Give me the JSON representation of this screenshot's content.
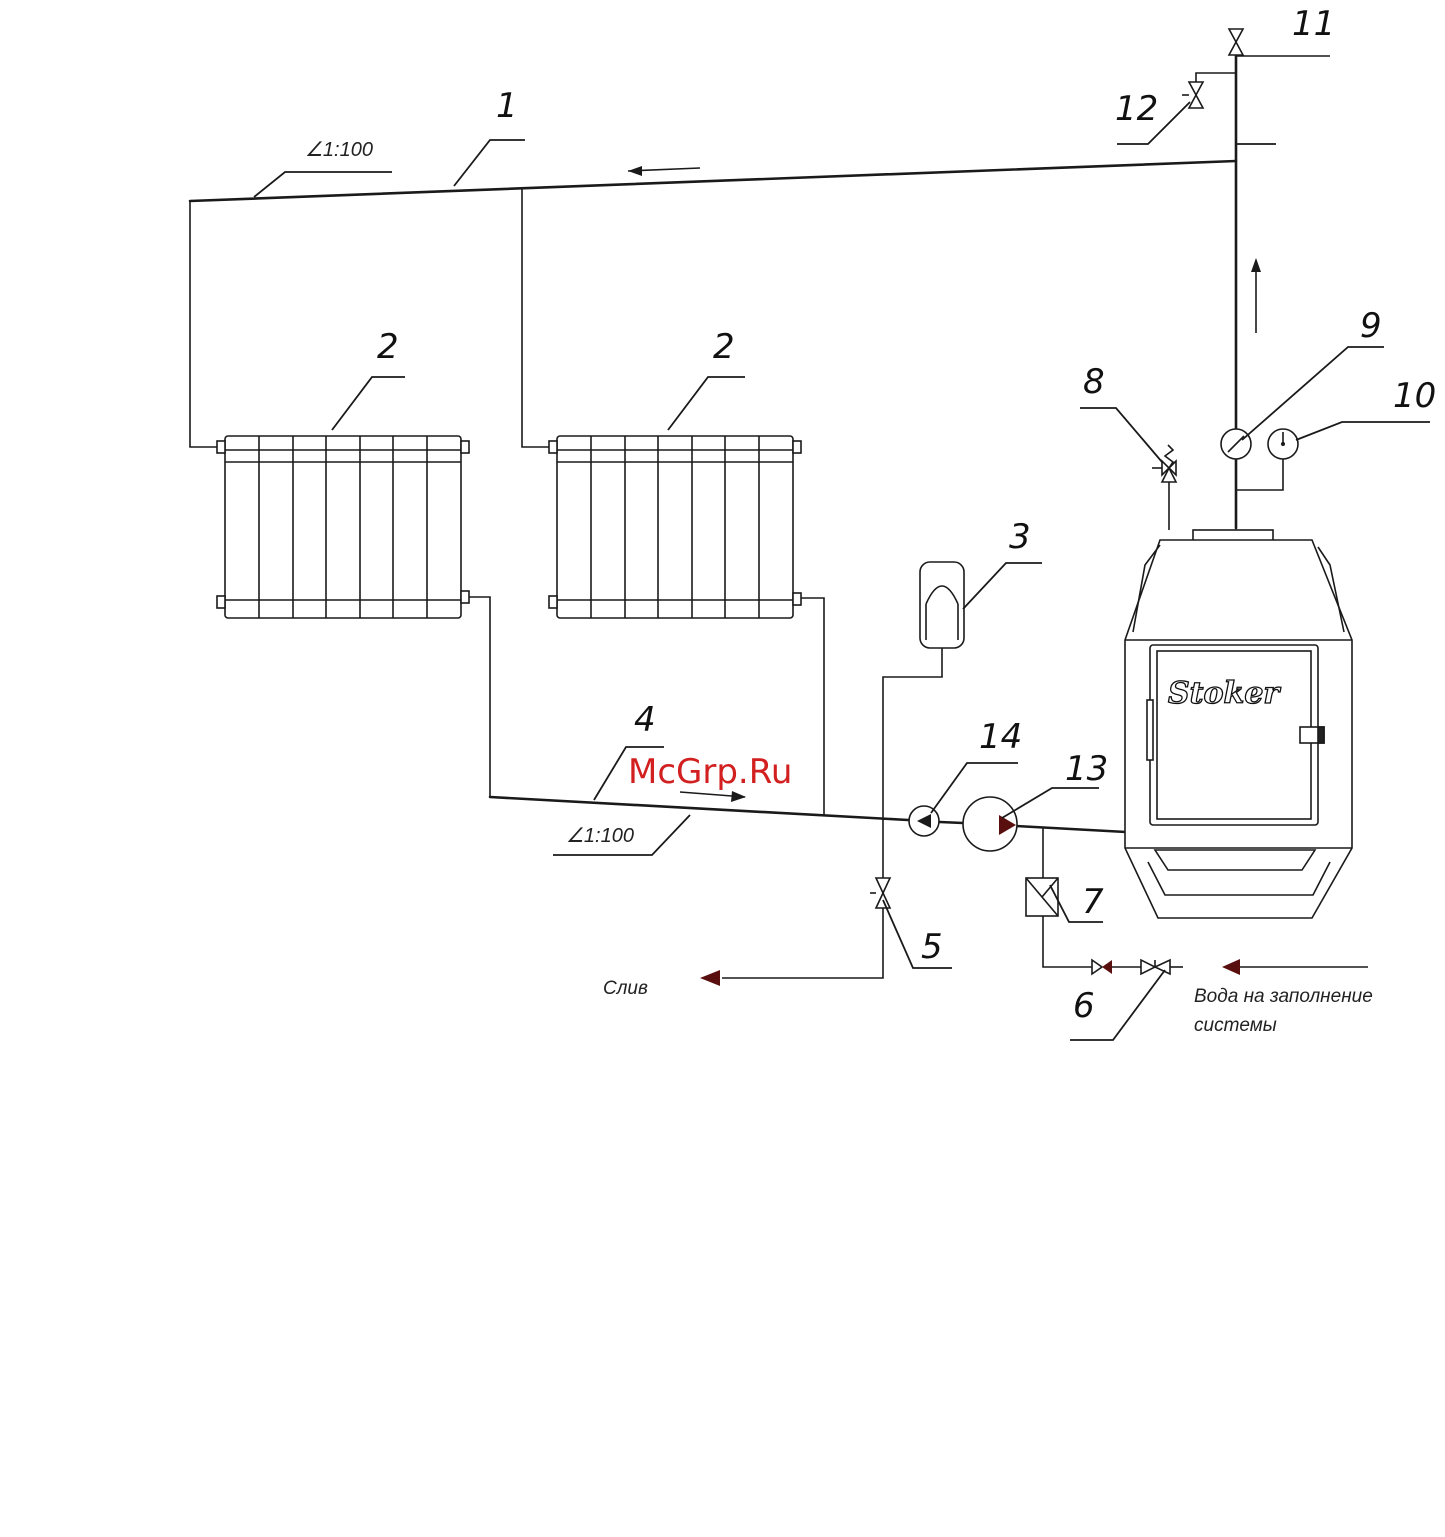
{
  "labels": {
    "n1": "1",
    "n2a": "2",
    "n2b": "2",
    "n3": "3",
    "n4": "4",
    "n5": "5",
    "n6": "6",
    "n7": "7",
    "n8": "8",
    "n9": "9",
    "n10": "10",
    "n11": "11",
    "n12": "12",
    "n13": "13",
    "n14": "14"
  },
  "slope_top": "∠1:100",
  "slope_bottom": "∠1:100",
  "drain_label": "Слив",
  "fill_label_line1": "Вода на заполнение",
  "fill_label_line2": "системы",
  "boiler_brand": "Stoker",
  "watermark": "McGrp.Ru"
}
